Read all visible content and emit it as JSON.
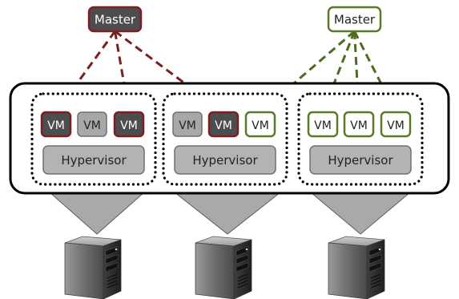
{
  "masters": {
    "red": {
      "label": "Master",
      "fill": "#4d4d4d",
      "stroke": "#7b1f1f",
      "text_color": "#ffffff"
    },
    "green": {
      "label": "Master",
      "fill": "#ffffff",
      "stroke": "#5a7a2a",
      "text_color": "#222222"
    }
  },
  "hosts": [
    {
      "hypervisor_label": "Hypervisor",
      "vms": [
        {
          "label": "VM",
          "state": "red"
        },
        {
          "label": "VM",
          "state": "neutral"
        },
        {
          "label": "VM",
          "state": "red"
        }
      ]
    },
    {
      "hypervisor_label": "Hypervisor",
      "vms": [
        {
          "label": "VM",
          "state": "neutral"
        },
        {
          "label": "VM",
          "state": "red"
        },
        {
          "label": "VM",
          "state": "green"
        }
      ]
    },
    {
      "hypervisor_label": "Hypervisor",
      "vms": [
        {
          "label": "VM",
          "state": "green"
        },
        {
          "label": "VM",
          "state": "green"
        },
        {
          "label": "VM",
          "state": "green"
        }
      ]
    }
  ],
  "colors": {
    "red_edge": "#7b1f1f",
    "green_edge": "#4e6b22",
    "vm_red_fill": "#4d4d4d",
    "vm_red_text": "#ffffff",
    "vm_neutral_fill": "#a8a8a8",
    "vm_neutral_stroke": "#707070",
    "vm_neutral_text": "#222222",
    "vm_green_fill": "#ffffff",
    "vm_green_stroke": "#5a7a2a",
    "vm_green_text": "#222222",
    "hypervisor_fill": "#b3b3b3",
    "hypervisor_stroke": "#707070",
    "funnel_fill": "#a9a9a9"
  },
  "icons": {
    "server": "server-tower-icon"
  }
}
